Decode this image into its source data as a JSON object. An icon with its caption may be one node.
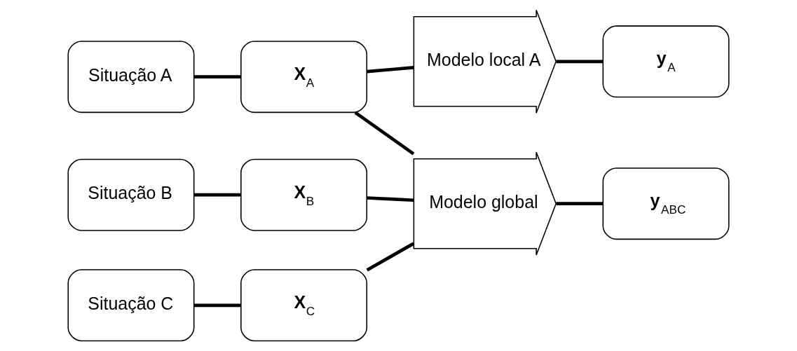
{
  "diagram": {
    "nodes": [
      {
        "text": [
          "Situação A"
        ]
      },
      {
        "text": [
          "**X**$_{A}$"
        ]
      },
      {
        "text": [
          "Modelo local A"
        ]
      },
      {
        "text": [
          "**y**$_{A}$"
        ]
      },
      {
        "text": [
          "Situação B"
        ]
      },
      {
        "text": [
          "**X**$_{B}$"
        ]
      },
      {
        "text": [
          "Modelo global"
        ]
      },
      {
        "text": [
          "**y**$_{ABC}$"
        ]
      },
      {
        "text": [
          "Situação C"
        ]
      },
      {
        "text": [
          "**X**$_{C}$"
        ]
      }
    ],
    "edges": [
      {
        "from": 0,
        "to": 1,
        "arrow": "none"
      },
      {
        "from": 1,
        "to": 2,
        "arrow": "none"
      },
      {
        "from": 2,
        "to": 3,
        "arrow": "none"
      },
      {
        "from": 1,
        "to": 6,
        "arrow": "none"
      },
      {
        "from": 4,
        "to": 5,
        "arrow": "none"
      },
      {
        "from": 5,
        "to": 6,
        "arrow": "none"
      },
      {
        "from": 6,
        "to": 7,
        "arrow": "none"
      },
      {
        "from": 8,
        "to": 9,
        "arrow": "none"
      },
      {
        "from": 9,
        "to": 6,
        "arrow": "none"
      }
    ]
  }
}
